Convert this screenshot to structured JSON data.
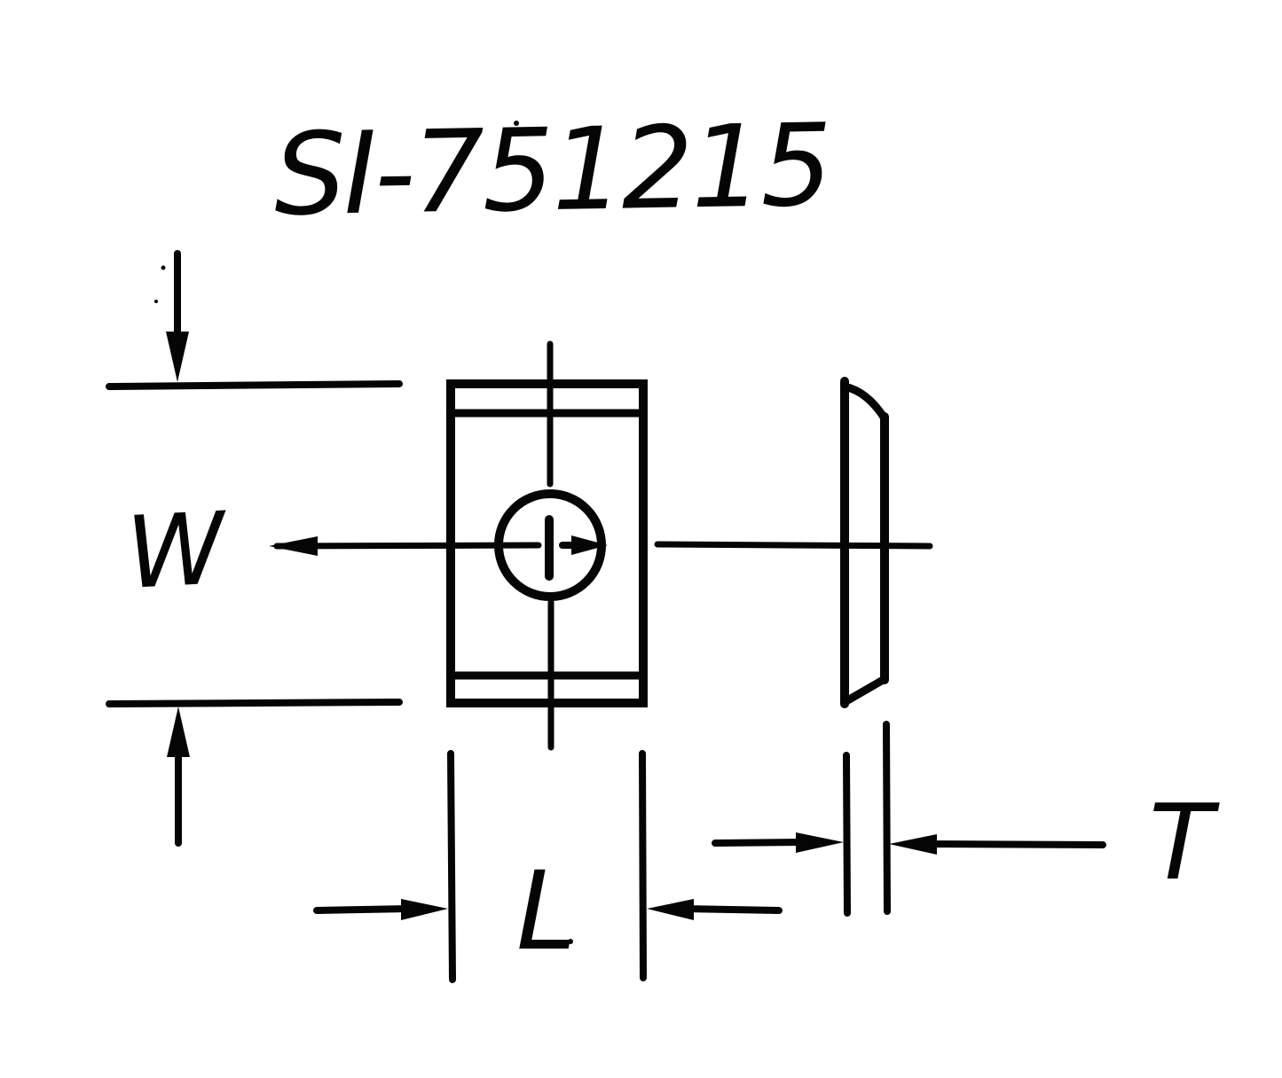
{
  "title": "SI-751215",
  "dimensions": {
    "width_label": "W",
    "length_label": "L",
    "thickness_label": "T"
  },
  "colors": {
    "ink": "#050505",
    "paper": "#ffffff"
  }
}
